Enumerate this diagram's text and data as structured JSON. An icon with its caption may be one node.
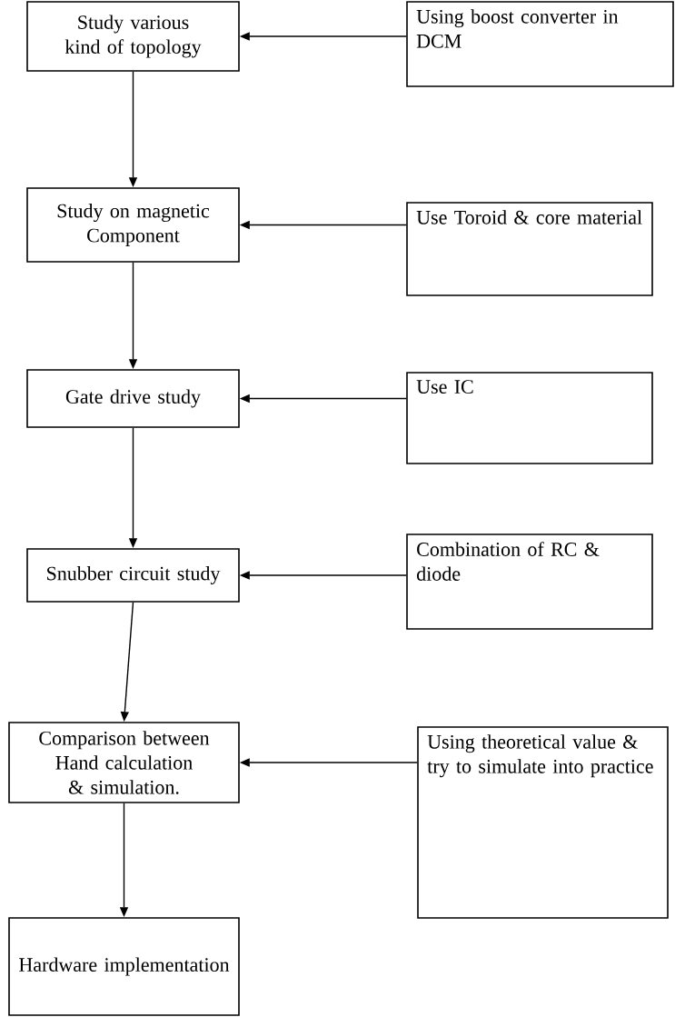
{
  "diagram": {
    "nodes": [
      {
        "text": [
          "Study various kind of topology"
        ]
      },
      {
        "text": [
          "Using boost converter in DCM"
        ]
      },
      {
        "text": [
          "Study on magnetic Component"
        ]
      },
      {
        "text": [
          "Use Toroid & core material"
        ]
      },
      {
        "text": [
          "Gate drive study"
        ]
      },
      {
        "text": [
          "Use IC"
        ]
      },
      {
        "text": [
          "Snubber circuit study"
        ]
      },
      {
        "text": [
          "Combination of RC & diode"
        ]
      },
      {
        "text": [
          "Comparison between Hand calculation & simulation."
        ]
      },
      {
        "text": [
          "Using theoretical value & try to simulate into practice"
        ]
      },
      {
        "text": [
          "Hardware implementation"
        ]
      }
    ],
    "edges": [
      {
        "from": 1,
        "to": 0,
        "arrow": "to"
      },
      {
        "from": 0,
        "to": 2,
        "arrow": "to"
      },
      {
        "from": 3,
        "to": 2,
        "arrow": "to"
      },
      {
        "from": 2,
        "to": 4,
        "arrow": "to"
      },
      {
        "from": 5,
        "to": 4,
        "arrow": "to"
      },
      {
        "from": 4,
        "to": 6,
        "arrow": "to"
      },
      {
        "from": 7,
        "to": 6,
        "arrow": "to"
      },
      {
        "from": 6,
        "to": 8,
        "arrow": "to"
      },
      {
        "from": 9,
        "to": 8,
        "arrow": "to"
      },
      {
        "from": 8,
        "to": 10,
        "arrow": "to"
      }
    ]
  }
}
